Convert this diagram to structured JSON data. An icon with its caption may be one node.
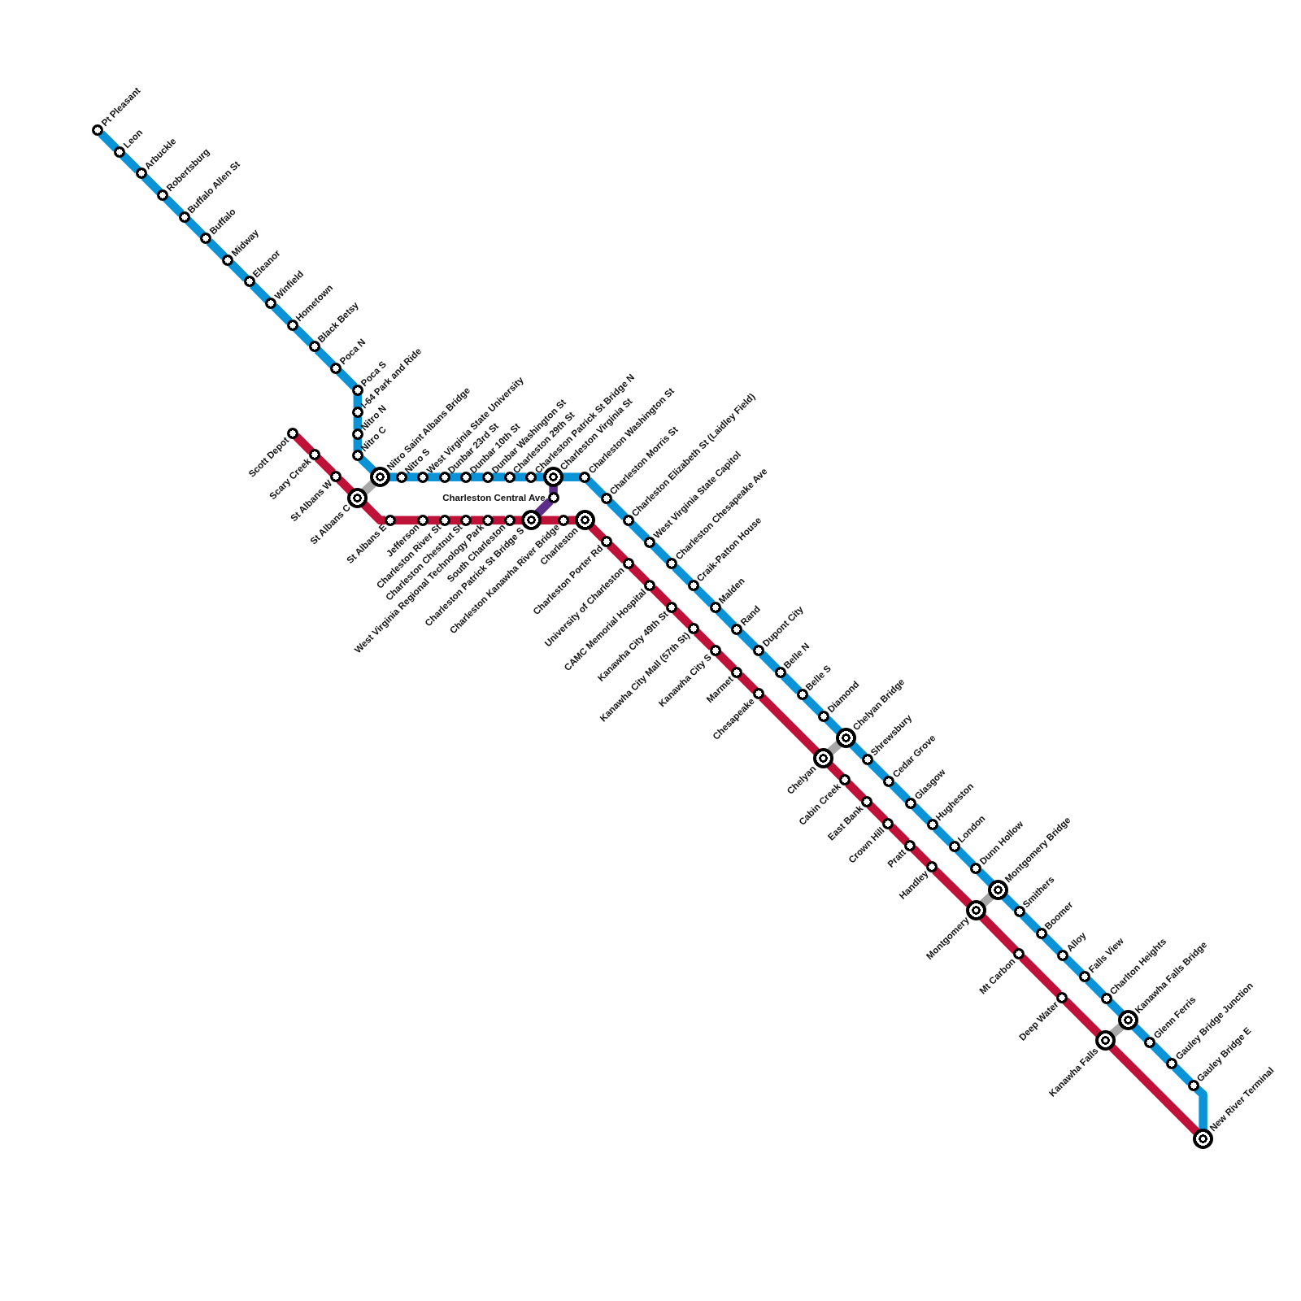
{
  "diagram": {
    "nodes": [
      {
        "text": [],
        "shape": "circle",
        "beside": [
          "Pt Pleasant"
        ]
      },
      {
        "text": [],
        "shape": "circle",
        "beside": [
          "Leon"
        ]
      },
      {
        "text": [],
        "shape": "circle",
        "beside": [
          "Arbuckle"
        ]
      },
      {
        "text": [],
        "shape": "circle",
        "beside": [
          "Robertsburg"
        ]
      },
      {
        "text": [],
        "shape": "circle",
        "beside": [
          "Buffalo Allen St"
        ]
      },
      {
        "text": [],
        "shape": "circle",
        "beside": [
          "Buffalo"
        ]
      },
      {
        "text": [],
        "shape": "circle",
        "beside": [
          "Midway"
        ]
      },
      {
        "text": [],
        "shape": "circle",
        "beside": [
          "Eleanor"
        ]
      },
      {
        "text": [],
        "shape": "circle",
        "beside": [
          "Winfield"
        ]
      },
      {
        "text": [],
        "shape": "circle",
        "beside": [
          "Hometown"
        ]
      },
      {
        "text": [],
        "shape": "circle",
        "beside": [
          "Black Betsy"
        ]
      },
      {
        "text": [],
        "shape": "circle",
        "beside": [
          "Poca N"
        ]
      },
      {
        "text": [],
        "shape": "circle",
        "beside": [
          "Poca S"
        ]
      },
      {
        "text": [],
        "shape": "circle",
        "beside": [
          "I-64 Park and Ride"
        ]
      },
      {
        "text": [],
        "shape": "circle",
        "beside": [
          "Nitro N"
        ]
      },
      {
        "text": [],
        "shape": "circle",
        "beside": [
          "Nitro C"
        ]
      },
      {
        "text": [],
        "shape": "doublecircle",
        "beside": [
          "Nitro Saint Albans Bridge"
        ]
      },
      {
        "text": [],
        "shape": "circle",
        "beside": [
          "Nitro S"
        ]
      },
      {
        "text": [],
        "shape": "circle",
        "beside": [
          "West Virginia State University"
        ]
      },
      {
        "text": [],
        "shape": "circle",
        "beside": [
          "Dunbar 23rd St"
        ]
      },
      {
        "text": [],
        "shape": "circle",
        "beside": [
          "Dunbar 10th St"
        ]
      },
      {
        "text": [],
        "shape": "circle",
        "beside": [
          "Dunbar Washington St"
        ]
      },
      {
        "text": [],
        "shape": "circle",
        "beside": [
          "Charleston 29th St"
        ]
      },
      {
        "text": [],
        "shape": "circle",
        "beside": [
          "Charleston Patrick St Bridge N"
        ]
      },
      {
        "text": [],
        "shape": "doublecircle",
        "beside": [
          "Charleston Virginia St"
        ]
      },
      {
        "text": [],
        "shape": "circle",
        "beside": [
          "Charleston Washington St"
        ]
      },
      {
        "text": [],
        "shape": "circle",
        "beside": [
          "Charleston Morris St"
        ]
      },
      {
        "text": [],
        "shape": "circle",
        "beside": [
          "Charleston Elizabeth St (Laidley Field)"
        ]
      },
      {
        "text": [],
        "shape": "circle",
        "beside": [
          "West Virginia State Capitol"
        ]
      },
      {
        "text": [],
        "shape": "circle",
        "beside": [
          "Charleston Chesapeake Ave"
        ]
      },
      {
        "text": [],
        "shape": "circle",
        "beside": [
          "Craik-Patton House"
        ]
      },
      {
        "text": [],
        "shape": "circle",
        "beside": [
          "Malden"
        ]
      },
      {
        "text": [],
        "shape": "circle",
        "beside": [
          "Rand"
        ]
      },
      {
        "text": [],
        "shape": "circle",
        "beside": [
          "Dupont City"
        ]
      },
      {
        "text": [],
        "shape": "circle",
        "beside": [
          "Belle N"
        ]
      },
      {
        "text": [],
        "shape": "circle",
        "beside": [
          "Belle S"
        ]
      },
      {
        "text": [],
        "shape": "circle",
        "beside": [
          "Diamond"
        ]
      },
      {
        "text": [],
        "shape": "doublecircle",
        "beside": [
          "Chelyan Bridge"
        ]
      },
      {
        "text": [],
        "shape": "circle",
        "beside": [
          "Shrewsbury"
        ]
      },
      {
        "text": [],
        "shape": "circle",
        "beside": [
          "Cedar Grove"
        ]
      },
      {
        "text": [],
        "shape": "circle",
        "beside": [
          "Glasgow"
        ]
      },
      {
        "text": [],
        "shape": "circle",
        "beside": [
          "Hugheston"
        ]
      },
      {
        "text": [],
        "shape": "circle",
        "beside": [
          "London"
        ]
      },
      {
        "text": [],
        "shape": "circle",
        "beside": [
          "Dunn Hollow"
        ]
      },
      {
        "text": [],
        "shape": "doublecircle",
        "beside": [
          "Montgomery Bridge"
        ]
      },
      {
        "text": [],
        "shape": "circle",
        "beside": [
          "Smithers"
        ]
      },
      {
        "text": [],
        "shape": "circle",
        "beside": [
          "Boomer"
        ]
      },
      {
        "text": [],
        "shape": "circle",
        "beside": [
          "Alloy"
        ]
      },
      {
        "text": [],
        "shape": "circle",
        "beside": [
          "Falls View"
        ]
      },
      {
        "text": [],
        "shape": "circle",
        "beside": [
          "Charlton Heights"
        ]
      },
      {
        "text": [],
        "shape": "doublecircle",
        "beside": [
          "Kanawha Falls Bridge"
        ]
      },
      {
        "text": [],
        "shape": "circle",
        "beside": [
          "Glenn Ferris"
        ]
      },
      {
        "text": [],
        "shape": "circle",
        "beside": [
          "Gauley Bridge Junction"
        ]
      },
      {
        "text": [],
        "shape": "circle",
        "beside": [
          "Gauley Bridge E"
        ]
      },
      {
        "text": [],
        "shape": "doublecircle",
        "beside": [
          "New River Terminal"
        ]
      },
      {
        "text": [],
        "shape": "circle",
        "beside": [
          "Charleston Central Ave"
        ]
      },
      {
        "text": [],
        "shape": "circle",
        "beside": [
          "Scott Depot"
        ]
      },
      {
        "text": [],
        "shape": "circle",
        "beside": [
          "Scary Creek"
        ]
      },
      {
        "text": [],
        "shape": "circle",
        "beside": [
          "St Albans W"
        ]
      },
      {
        "text": [],
        "shape": "doublecircle",
        "beside": [
          "St Albans C"
        ]
      },
      {
        "text": [],
        "shape": "circle",
        "beside": [
          "St Albans E"
        ]
      },
      {
        "text": [],
        "shape": "circle",
        "beside": [
          "Jefferson"
        ]
      },
      {
        "text": [],
        "shape": "circle",
        "beside": [
          "Charleston River St"
        ]
      },
      {
        "text": [],
        "shape": "circle",
        "beside": [
          "Charleston Chestnut St"
        ]
      },
      {
        "text": [],
        "shape": "circle",
        "beside": [
          "West Virginia Regional Technology Park"
        ]
      },
      {
        "text": [],
        "shape": "circle",
        "beside": [
          "South Charleston"
        ]
      },
      {
        "text": [],
        "shape": "doublecircle",
        "beside": [
          "Charleston Patrick St Bridge S"
        ]
      },
      {
        "text": [],
        "shape": "circle",
        "beside": [
          "Charleston Kanawha River Bridge"
        ]
      },
      {
        "text": [],
        "shape": "doublecircle",
        "beside": [
          "Charleston"
        ]
      },
      {
        "text": [],
        "shape": "circle",
        "beside": [
          "Charleston Porter Rd"
        ]
      },
      {
        "text": [],
        "shape": "circle",
        "beside": [
          "University of Charleston"
        ]
      },
      {
        "text": [],
        "shape": "circle",
        "beside": [
          "CAMC Memorial Hospital"
        ]
      },
      {
        "text": [],
        "shape": "circle",
        "beside": [
          "Kanawha City 49th St"
        ]
      },
      {
        "text": [],
        "shape": "circle",
        "beside": [
          "Kanawha City Mall (57th St)"
        ]
      },
      {
        "text": [],
        "shape": "circle",
        "beside": [
          "Kanawha City S"
        ]
      },
      {
        "text": [],
        "shape": "circle",
        "beside": [
          "Marmet"
        ]
      },
      {
        "text": [],
        "shape": "circle",
        "beside": [
          "Chesapeake"
        ]
      },
      {
        "text": [],
        "shape": "doublecircle",
        "beside": [
          "Chelyan"
        ]
      },
      {
        "text": [],
        "shape": "circle",
        "beside": [
          "Cabin Creek"
        ]
      },
      {
        "text": [],
        "shape": "circle",
        "beside": [
          "East Bank"
        ]
      },
      {
        "text": [],
        "shape": "circle",
        "beside": [
          "Crown Hill"
        ]
      },
      {
        "text": [],
        "shape": "circle",
        "beside": [
          "Pratt"
        ]
      },
      {
        "text": [],
        "shape": "circle",
        "beside": [
          "Handley"
        ]
      },
      {
        "text": [],
        "shape": "doublecircle",
        "beside": [
          "Montgomery"
        ]
      },
      {
        "text": [],
        "shape": "circle",
        "beside": [
          "Mt Carbon"
        ]
      },
      {
        "text": [],
        "shape": "circle",
        "beside": [
          "Deep Water"
        ]
      },
      {
        "text": [],
        "shape": "doublecircle",
        "beside": [
          "Kanawha Falls"
        ]
      }
    ],
    "edges": [
      {
        "from": 0,
        "to": 1,
        "arrow": "none"
      },
      {
        "from": 1,
        "to": 2,
        "arrow": "none"
      },
      {
        "from": 2,
        "to": 3,
        "arrow": "none"
      },
      {
        "from": 3,
        "to": 4,
        "arrow": "none"
      },
      {
        "from": 4,
        "to": 5,
        "arrow": "none"
      },
      {
        "from": 5,
        "to": 6,
        "arrow": "none"
      },
      {
        "from": 6,
        "to": 7,
        "arrow": "none"
      },
      {
        "from": 7,
        "to": 8,
        "arrow": "none"
      },
      {
        "from": 8,
        "to": 9,
        "arrow": "none"
      },
      {
        "from": 9,
        "to": 10,
        "arrow": "none"
      },
      {
        "from": 10,
        "to": 11,
        "arrow": "none"
      },
      {
        "from": 11,
        "to": 12,
        "arrow": "none"
      },
      {
        "from": 12,
        "to": 13,
        "arrow": "none"
      },
      {
        "from": 13,
        "to": 14,
        "arrow": "none"
      },
      {
        "from": 14,
        "to": 15,
        "arrow": "none"
      },
      {
        "from": 15,
        "to": 16,
        "arrow": "none"
      },
      {
        "from": 16,
        "to": 17,
        "arrow": "none"
      },
      {
        "from": 17,
        "to": 18,
        "arrow": "none"
      },
      {
        "from": 18,
        "to": 19,
        "arrow": "none"
      },
      {
        "from": 19,
        "to": 20,
        "arrow": "none"
      },
      {
        "from": 20,
        "to": 21,
        "arrow": "none"
      },
      {
        "from": 21,
        "to": 22,
        "arrow": "none"
      },
      {
        "from": 22,
        "to": 23,
        "arrow": "none"
      },
      {
        "from": 23,
        "to": 24,
        "arrow": "none"
      },
      {
        "from": 24,
        "to": 25,
        "arrow": "none"
      },
      {
        "from": 25,
        "to": 26,
        "arrow": "none"
      },
      {
        "from": 26,
        "to": 27,
        "arrow": "none"
      },
      {
        "from": 27,
        "to": 28,
        "arrow": "none"
      },
      {
        "from": 28,
        "to": 29,
        "arrow": "none"
      },
      {
        "from": 29,
        "to": 30,
        "arrow": "none"
      },
      {
        "from": 30,
        "to": 31,
        "arrow": "none"
      },
      {
        "from": 31,
        "to": 32,
        "arrow": "none"
      },
      {
        "from": 32,
        "to": 33,
        "arrow": "none"
      },
      {
        "from": 33,
        "to": 34,
        "arrow": "none"
      },
      {
        "from": 34,
        "to": 35,
        "arrow": "none"
      },
      {
        "from": 35,
        "to": 36,
        "arrow": "none"
      },
      {
        "from": 36,
        "to": 37,
        "arrow": "none"
      },
      {
        "from": 37,
        "to": 38,
        "arrow": "none"
      },
      {
        "from": 38,
        "to": 39,
        "arrow": "none"
      },
      {
        "from": 39,
        "to": 40,
        "arrow": "none"
      },
      {
        "from": 40,
        "to": 41,
        "arrow": "none"
      },
      {
        "from": 41,
        "to": 42,
        "arrow": "none"
      },
      {
        "from": 42,
        "to": 43,
        "arrow": "none"
      },
      {
        "from": 43,
        "to": 44,
        "arrow": "none"
      },
      {
        "from": 44,
        "to": 45,
        "arrow": "none"
      },
      {
        "from": 45,
        "to": 46,
        "arrow": "none"
      },
      {
        "from": 46,
        "to": 47,
        "arrow": "none"
      },
      {
        "from": 47,
        "to": 48,
        "arrow": "none"
      },
      {
        "from": 48,
        "to": 49,
        "arrow": "none"
      },
      {
        "from": 49,
        "to": 50,
        "arrow": "none"
      },
      {
        "from": 50,
        "to": 51,
        "arrow": "none"
      },
      {
        "from": 51,
        "to": 52,
        "arrow": "none"
      },
      {
        "from": 52,
        "to": 53,
        "arrow": "none"
      },
      {
        "from": 53,
        "to": 54,
        "arrow": "none"
      },
      {
        "from": 24,
        "to": 55,
        "arrow": "none",
        "color": "#5c2d8a"
      },
      {
        "from": 55,
        "to": 66,
        "arrow": "none",
        "color": "#5c2d8a"
      },
      {
        "from": 56,
        "to": 57,
        "arrow": "none",
        "color": "#be1238"
      },
      {
        "from": 57,
        "to": 58,
        "arrow": "none",
        "color": "#be1238"
      },
      {
        "from": 58,
        "to": 59,
        "arrow": "none",
        "color": "#be1238"
      },
      {
        "from": 59,
        "to": 60,
        "arrow": "none",
        "color": "#be1238"
      },
      {
        "from": 60,
        "to": 61,
        "arrow": "none",
        "color": "#be1238"
      },
      {
        "from": 61,
        "to": 62,
        "arrow": "none",
        "color": "#be1238"
      },
      {
        "from": 62,
        "to": 63,
        "arrow": "none",
        "color": "#be1238"
      },
      {
        "from": 63,
        "to": 64,
        "arrow": "none",
        "color": "#be1238"
      },
      {
        "from": 64,
        "to": 65,
        "arrow": "none",
        "color": "#be1238"
      },
      {
        "from": 65,
        "to": 66,
        "arrow": "none",
        "color": "#be1238"
      },
      {
        "from": 66,
        "to": 67,
        "arrow": "none",
        "color": "#be1238"
      },
      {
        "from": 67,
        "to": 68,
        "arrow": "none",
        "color": "#be1238"
      },
      {
        "from": 68,
        "to": 69,
        "arrow": "none",
        "color": "#be1238"
      },
      {
        "from": 69,
        "to": 70,
        "arrow": "none",
        "color": "#be1238"
      },
      {
        "from": 70,
        "to": 71,
        "arrow": "none",
        "color": "#be1238"
      },
      {
        "from": 71,
        "to": 72,
        "arrow": "none",
        "color": "#be1238"
      },
      {
        "from": 72,
        "to": 73,
        "arrow": "none",
        "color": "#be1238"
      },
      {
        "from": 73,
        "to": 74,
        "arrow": "none",
        "color": "#be1238"
      },
      {
        "from": 74,
        "to": 75,
        "arrow": "none",
        "color": "#be1238"
      },
      {
        "from": 75,
        "to": 76,
        "arrow": "none",
        "color": "#be1238"
      },
      {
        "from": 76,
        "to": 77,
        "arrow": "none",
        "color": "#be1238"
      },
      {
        "from": 77,
        "to": 78,
        "arrow": "none",
        "color": "#be1238"
      },
      {
        "from": 78,
        "to": 79,
        "arrow": "none",
        "color": "#be1238"
      },
      {
        "from": 79,
        "to": 80,
        "arrow": "none",
        "color": "#be1238"
      },
      {
        "from": 80,
        "to": 81,
        "arrow": "none",
        "color": "#be1238"
      },
      {
        "from": 81,
        "to": 82,
        "arrow": "none",
        "color": "#be1238"
      },
      {
        "from": 82,
        "to": 83,
        "arrow": "none",
        "color": "#be1238"
      },
      {
        "from": 83,
        "to": 84,
        "arrow": "none",
        "color": "#be1238"
      },
      {
        "from": 84,
        "to": 85,
        "arrow": "none",
        "color": "#be1238"
      },
      {
        "from": 85,
        "to": 86,
        "arrow": "none",
        "color": "#be1238"
      },
      {
        "from": 86,
        "to": 54,
        "arrow": "none",
        "color": "#be1238"
      },
      {
        "from": 16,
        "to": 59,
        "arrow": "none",
        "color": "#a8a8a8"
      },
      {
        "from": 37,
        "to": 77,
        "arrow": "none",
        "color": "#a8a8a8"
      },
      {
        "from": 44,
        "to": 83,
        "arrow": "none",
        "color": "#a8a8a8"
      },
      {
        "from": 50,
        "to": 86,
        "arrow": "none",
        "color": "#a8a8a8"
      }
    ]
  }
}
